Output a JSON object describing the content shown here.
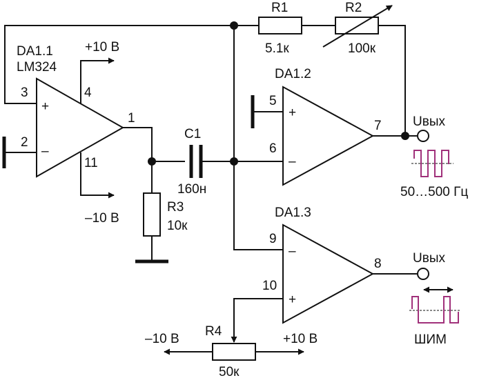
{
  "opamps": {
    "da1_1": {
      "ref": "DA1.1",
      "part": "LM324",
      "pins": {
        "in_plus": "3",
        "in_minus": "2",
        "out": "1",
        "v_pos": "4",
        "v_neg": "11"
      },
      "in_plus_sign": "+",
      "in_minus_sign": "–"
    },
    "da1_2": {
      "ref": "DA1.2",
      "pins": {
        "in_plus": "5",
        "in_minus": "6",
        "out": "7"
      },
      "in_plus_sign": "+",
      "in_minus_sign": "–"
    },
    "da1_3": {
      "ref": "DA1.3",
      "pins": {
        "in_minus": "9",
        "in_plus": "10",
        "out": "8"
      },
      "in_plus_sign": "+",
      "in_minus_sign": "–"
    }
  },
  "supply": {
    "positive": "+10 В",
    "negative": "–10 В"
  },
  "components": {
    "r1": {
      "ref": "R1",
      "value": "5.1к"
    },
    "r2": {
      "ref": "R2",
      "value": "100к"
    },
    "r3": {
      "ref": "R3",
      "value": "10к"
    },
    "r4": {
      "ref": "R4",
      "value": "50к"
    },
    "c1": {
      "ref": "C1",
      "value": "160н"
    }
  },
  "pot_ends": {
    "left": "–10 В",
    "right": "+10 В"
  },
  "outputs": {
    "square": {
      "label": "Uвых",
      "note": "50…500 Гц"
    },
    "pwm": {
      "label": "Uвых",
      "note": "ШИМ"
    }
  },
  "colors": {
    "wire": "#111111",
    "waveform": "#a0307a"
  }
}
